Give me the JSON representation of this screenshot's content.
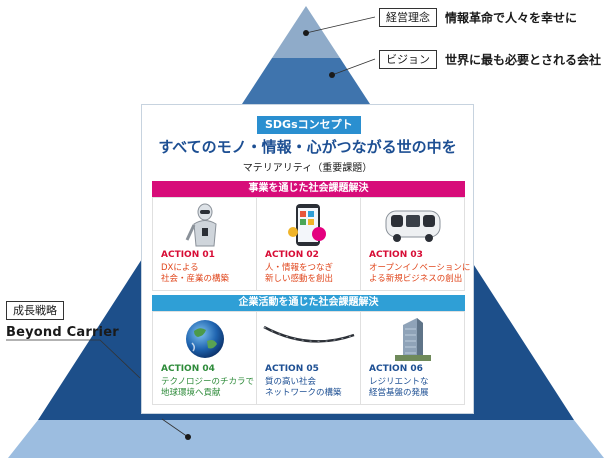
{
  "callouts": {
    "philosophy": {
      "tag": "経営理念",
      "text": "情報革命で人々を幸せに"
    },
    "vision": {
      "tag": "ビジョン",
      "text": "世界に最も必要とされる会社"
    },
    "strategy": {
      "tag": "成長戦略",
      "text": "Beyond Carrier"
    }
  },
  "panel": {
    "badge": "SDGsコンセプト",
    "headline": "すべてのモノ・情報・心がつながる世の中を",
    "subhead": "マテリアリティ（重要課題）",
    "band_business": "事業を通じた社会課題解決",
    "band_corporate": "企業活動を通じた社会課題解決",
    "actions": [
      {
        "label": "ACTION 01",
        "desc": "DXによる\n社会・産業の構築"
      },
      {
        "label": "ACTION 02",
        "desc": "人・情報をつなぎ\n新しい感動を創出"
      },
      {
        "label": "ACTION 03",
        "desc": "オープンイノベーションに\nよる新規ビジネスの創出"
      },
      {
        "label": "ACTION 04",
        "desc": "テクノロジーのチカラで\n地球環境へ貢献"
      },
      {
        "label": "ACTION 05",
        "desc": "質の高い社会\nネットワークの構築"
      },
      {
        "label": "ACTION 06",
        "desc": "レジリエントな\n経営基盤の発展"
      }
    ]
  },
  "colors": {
    "tier_top": "#8fabc9",
    "tier_second": "#3f74ad",
    "tier_base": "#1d4f8a",
    "ground": "#9cbde0",
    "band_business": "#d70c79",
    "band_corporate": "#2f9fd6",
    "headline": "#1d4f93"
  },
  "icons": [
    "robot-icon",
    "smartphone-icon",
    "autonomous-bus-icon",
    "earth-globe-icon",
    "network-cable-icon",
    "office-building-icon"
  ]
}
